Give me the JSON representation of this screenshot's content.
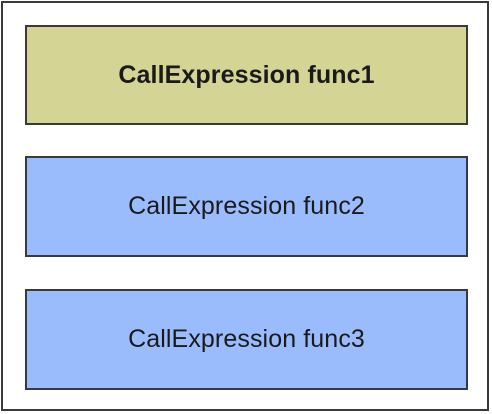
{
  "call_stack": {
    "frames": [
      {
        "label": "CallExpression func1",
        "color": "#d4d495",
        "emphasis": "bold"
      },
      {
        "label": "CallExpression func2",
        "color": "#9bbcfc",
        "emphasis": "normal"
      },
      {
        "label": "CallExpression func3",
        "color": "#9bbcfc",
        "emphasis": "normal"
      }
    ]
  }
}
